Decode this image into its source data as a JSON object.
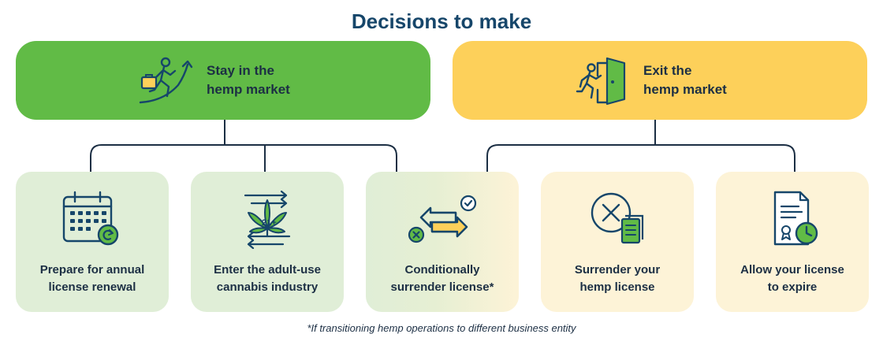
{
  "title": "Decisions to make",
  "top_choices": [
    {
      "line1": "Stay in the",
      "line2": "hemp market",
      "icon": "climbing-person-icon",
      "color": "#61bb46"
    },
    {
      "line1": "Exit the",
      "line2": "hemp market",
      "icon": "exit-door-icon",
      "color": "#fdd05a"
    }
  ],
  "options": [
    {
      "line1": "Prepare for annual",
      "line2": "license renewal",
      "icon": "calendar-renew-icon"
    },
    {
      "line1": "Enter the adult-use",
      "line2": "cannabis industry",
      "icon": "cannabis-leaf-icon"
    },
    {
      "line1": "Conditionally",
      "line2": "surrender license*",
      "icon": "exchange-arrows-icon"
    },
    {
      "line1": "Surrender your",
      "line2": "hemp license",
      "icon": "cancel-document-icon"
    },
    {
      "line1": "Allow your license",
      "line2": "to expire",
      "icon": "expiring-certificate-icon"
    }
  ],
  "footnote": "*If transitioning hemp operations to different business entity",
  "colors": {
    "navy": "#16466a",
    "green": "#61bb46",
    "yellow": "#fdd05a",
    "light_green": "#e0eed7",
    "light_yellow": "#fdf3d7"
  }
}
